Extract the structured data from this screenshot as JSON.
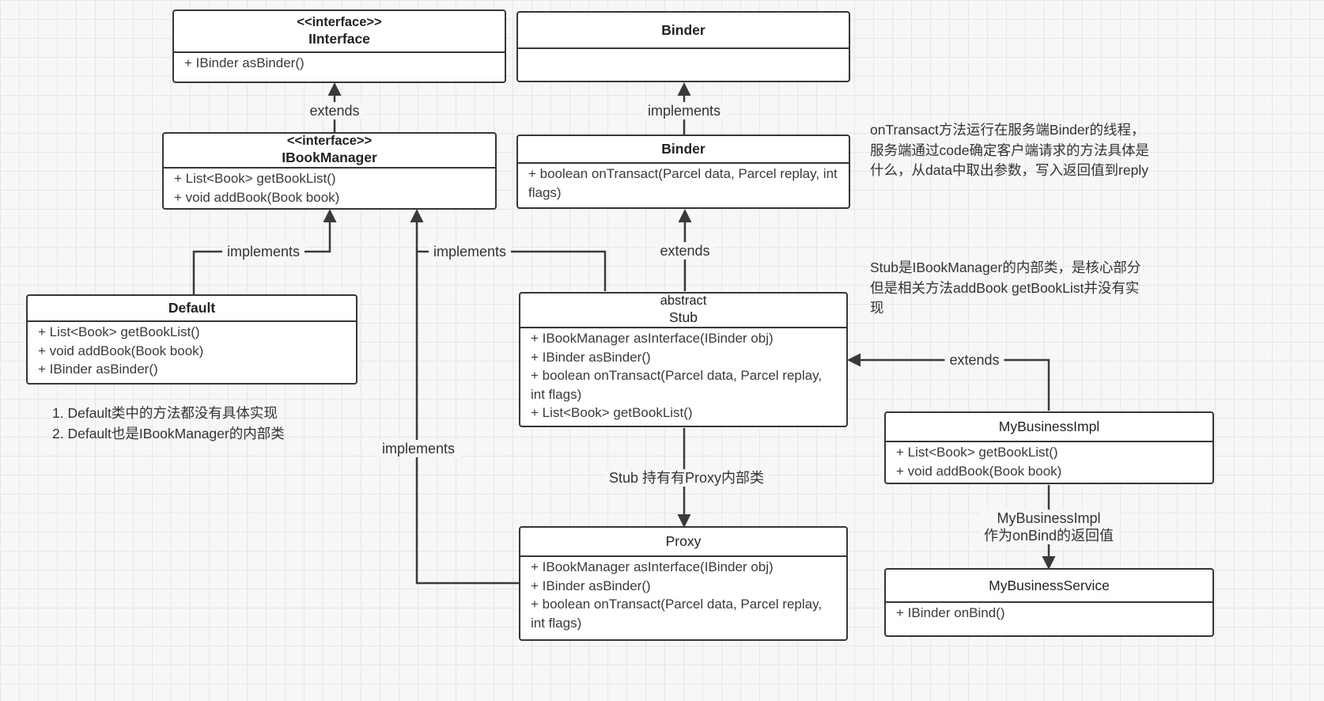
{
  "canvas": {
    "background": "#f7f7f7",
    "grid_color": "#e7e7e7",
    "line_color": "#3a3a3a"
  },
  "classes": {
    "iinterface": {
      "stereotype": "<<interface>>",
      "name": "IInterface",
      "methods": [
        "+ IBinder asBinder()"
      ]
    },
    "binder_base": {
      "name": "Binder",
      "methods": []
    },
    "ibookmanager": {
      "stereotype": "<<interface>>",
      "name": "IBookManager",
      "methods": [
        "+ List<Book> getBookList()",
        "+ void addBook(Book book)"
      ]
    },
    "binder_impl": {
      "name": "Binder",
      "methods": [
        "+ boolean onTransact(Parcel data, Parcel replay, int flags)"
      ]
    },
    "default": {
      "name": "Default",
      "methods": [
        "+ List<Book> getBookList()",
        "+ void addBook(Book book)",
        "+ IBinder asBinder()"
      ]
    },
    "stub": {
      "stereotype": "abstract",
      "name": "Stub",
      "methods": [
        "+ IBookManager asInterface(IBinder obj)",
        "+ IBinder asBinder()",
        "+ boolean onTransact(Parcel data, Parcel replay, int flags)",
        "+ List<Book> getBookList()"
      ]
    },
    "my_business_impl": {
      "name": "MyBusinessImpl",
      "methods": [
        "+ List<Book> getBookList()",
        "+ void addBook(Book book)"
      ]
    },
    "proxy": {
      "name": "Proxy",
      "methods": [
        "+ IBookManager asInterface(IBinder obj)",
        "+ IBinder asBinder()",
        "+ boolean onTransact(Parcel data, Parcel replay, int flags)"
      ]
    },
    "my_business_service": {
      "name": "MyBusinessService",
      "methods": [
        "+ IBinder onBind()"
      ]
    }
  },
  "edge_labels": {
    "ibookmanager_extends": "extends",
    "binder_implements": "implements",
    "default_implements": "implements",
    "stub_implements": "implements",
    "stub_extends": "extends",
    "proxy_implements": "implements",
    "mybusinessimpl_extends": "extends",
    "stub_holds_proxy": "Stub 持有有Proxy内部类",
    "onbind_return": "MyBusinessImpl\n作为onBind的返回值"
  },
  "notes": {
    "ontransact_note": "onTransact方法运行在服务端Binder的线程，服务端通过code确定客户端请求的方法具体是什么，从data中取出参数，写入返回值到reply",
    "stub_note": "Stub是IBookManager的内部类，是核心部分\n但是相关方法addBook getBookList并没有实现",
    "default_note": "1. Default类中的方法都没有具体实现\n2. Default也是IBookManager的内部类"
  }
}
